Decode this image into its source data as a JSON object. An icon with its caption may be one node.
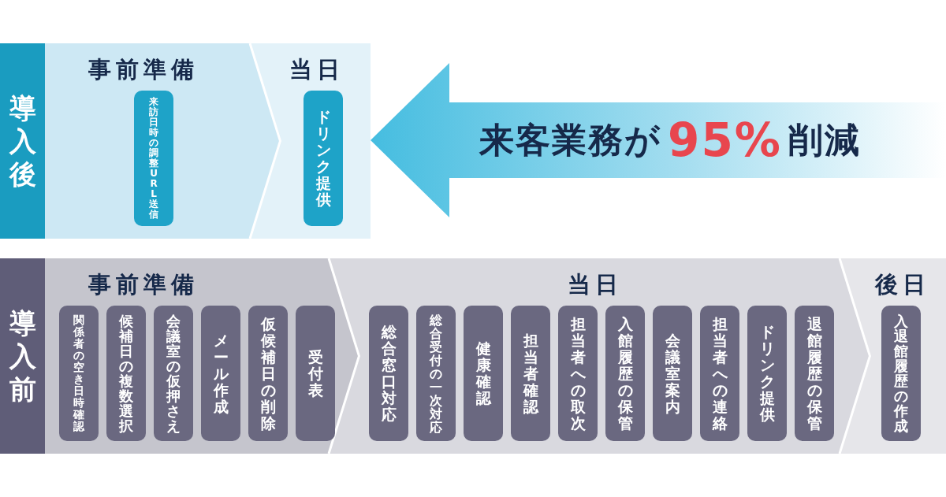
{
  "diagram": {
    "nodes": [
      {
        "text": [
          "導入後"
        ]
      },
      {
        "text": [
          "事前準備"
        ],
        "in": 0
      },
      {
        "text": [
          "来訪日時の調整URL送信"
        ],
        "in": 1
      },
      {
        "text": [
          "当日"
        ],
        "in": 0
      },
      {
        "text": [
          "ドリンク提供"
        ],
        "in": 3
      },
      {
        "text": [
          "来客業務が",
          "95%",
          "削減"
        ]
      },
      {
        "text": [
          "導入前"
        ]
      },
      {
        "text": [
          "事前準備"
        ],
        "in": 6
      },
      {
        "text": [
          "関係者の空き日時確認"
        ],
        "in": 7
      },
      {
        "text": [
          "候補日の複数選択"
        ],
        "in": 7
      },
      {
        "text": [
          "会議室の仮押さえ"
        ],
        "in": 7
      },
      {
        "text": [
          "メール作成"
        ],
        "in": 7
      },
      {
        "text": [
          "仮候補日の削除"
        ],
        "in": 7
      },
      {
        "text": [
          "受付表"
        ],
        "in": 7
      },
      {
        "text": [
          "当日"
        ],
        "in": 6
      },
      {
        "text": [
          "総合窓口対応"
        ],
        "in": 14
      },
      {
        "text": [
          "総合受付の一次対応"
        ],
        "in": 14
      },
      {
        "text": [
          "健康確認"
        ],
        "in": 14
      },
      {
        "text": [
          "担当者確認"
        ],
        "in": 14
      },
      {
        "text": [
          "担当者への取次"
        ],
        "in": 14
      },
      {
        "text": [
          "入館履歴の保管"
        ],
        "in": 14
      },
      {
        "text": [
          "会議室案内"
        ],
        "in": 14
      },
      {
        "text": [
          "担当者への連絡"
        ],
        "in": 14
      },
      {
        "text": [
          "ドリンク提供"
        ],
        "in": 14
      },
      {
        "text": [
          "退館履歴の保管"
        ],
        "in": 14
      },
      {
        "text": [
          "後日"
        ],
        "in": 6
      },
      {
        "text": [
          "入退館履歴の作成"
        ],
        "in": 25
      }
    ]
  }
}
